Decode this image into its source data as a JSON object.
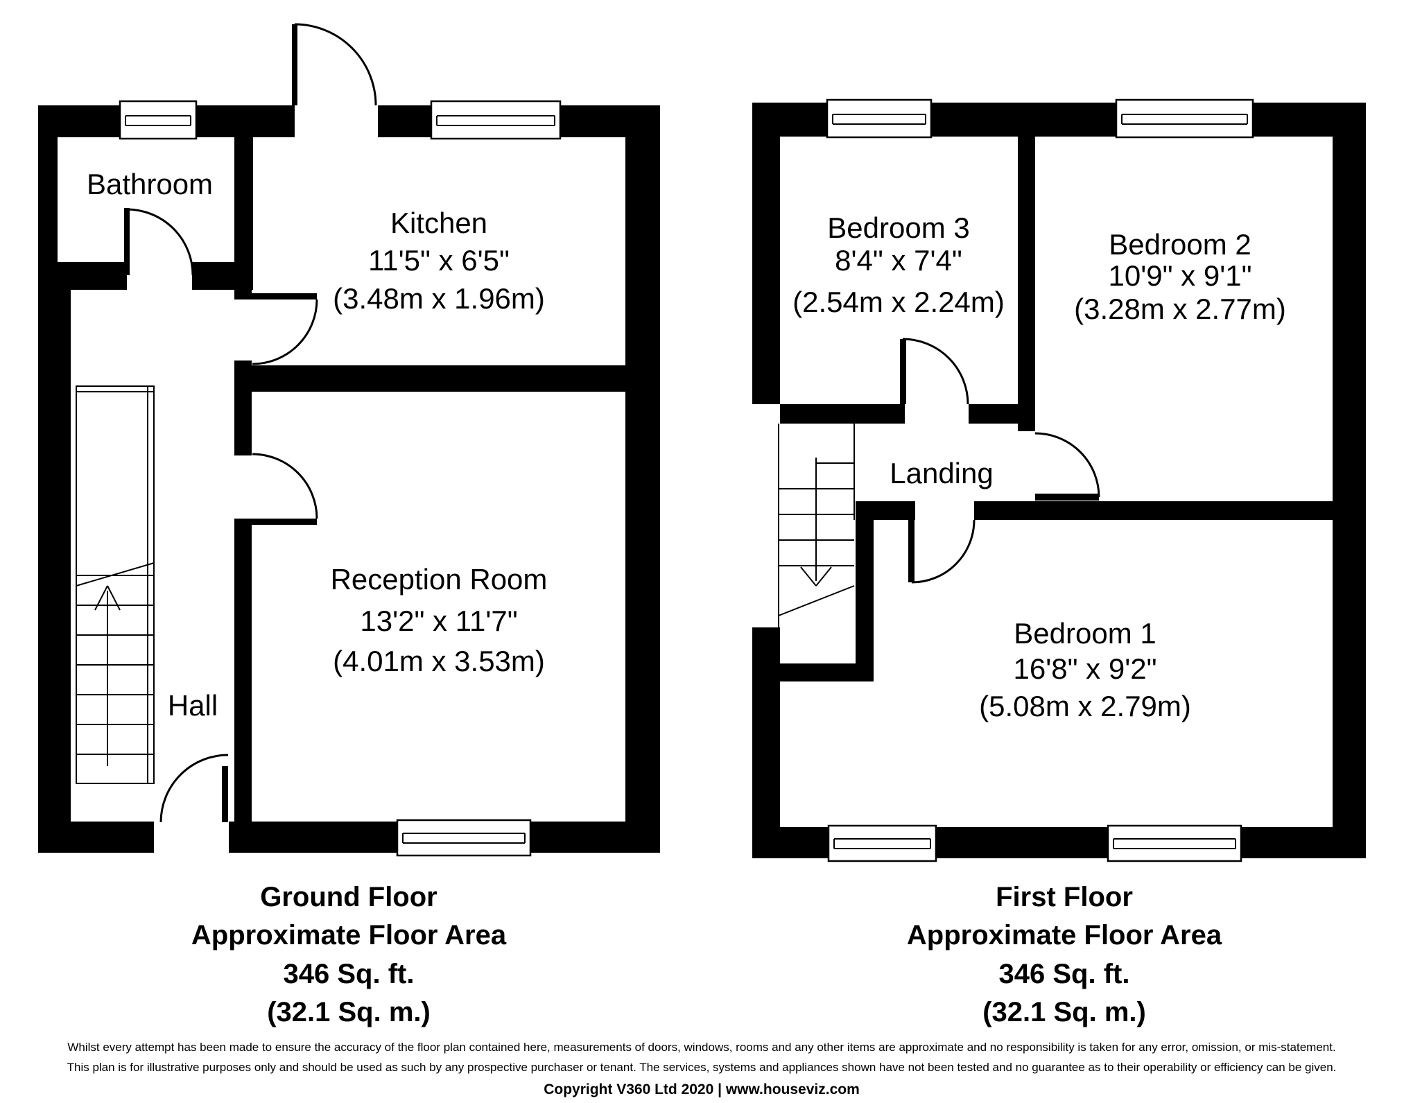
{
  "colors": {
    "wall": "#000000",
    "background": "#ffffff"
  },
  "ground_floor": {
    "bathroom": {
      "name": "Bathroom"
    },
    "kitchen": {
      "name": "Kitchen",
      "dims_ft": "11'5\" x 6'5\"",
      "dims_m": "(3.48m x 1.96m)"
    },
    "reception": {
      "name": "Reception Room",
      "dims_ft": "13'2\" x 11'7\"",
      "dims_m": "(4.01m x 3.53m)"
    },
    "hall": {
      "name": "Hall"
    },
    "caption": {
      "title": "Ground Floor",
      "subtitle": "Approximate Floor Area",
      "area_ft": "346 Sq. ft.",
      "area_m": "(32.1 Sq. m.)"
    }
  },
  "first_floor": {
    "bedroom3": {
      "name": "Bedroom 3",
      "dims_ft": "8'4\" x 7'4\"",
      "dims_m": "(2.54m x 2.24m)"
    },
    "bedroom2": {
      "name": "Bedroom 2",
      "dims_ft": "10'9\" x 9'1\"",
      "dims_m": "(3.28m x 2.77m)"
    },
    "bedroom1": {
      "name": "Bedroom 1",
      "dims_ft": "16'8\" x 9'2\"",
      "dims_m": "(5.08m x 2.79m)"
    },
    "landing": {
      "name": "Landing"
    },
    "caption": {
      "title": "First Floor",
      "subtitle": "Approximate Floor Area",
      "area_ft": "346 Sq. ft.",
      "area_m": "(32.1 Sq. m.)"
    }
  },
  "footer": {
    "disclaimer_line1": "Whilst every attempt has been made to ensure the accuracy of the floor plan contained here, measurements of doors, windows, rooms and any other items are approximate and no responsibility is taken for any error, omission, or mis-statement.",
    "disclaimer_line2": "This plan is for illustrative purposes only and should be used as such by any prospective purchaser or tenant. The services, systems and appliances shown have not been tested and no guarantee as to their operability or efficiency can be given.",
    "copyright": "Copyright V360 Ltd 2020 | www.houseviz.com"
  }
}
